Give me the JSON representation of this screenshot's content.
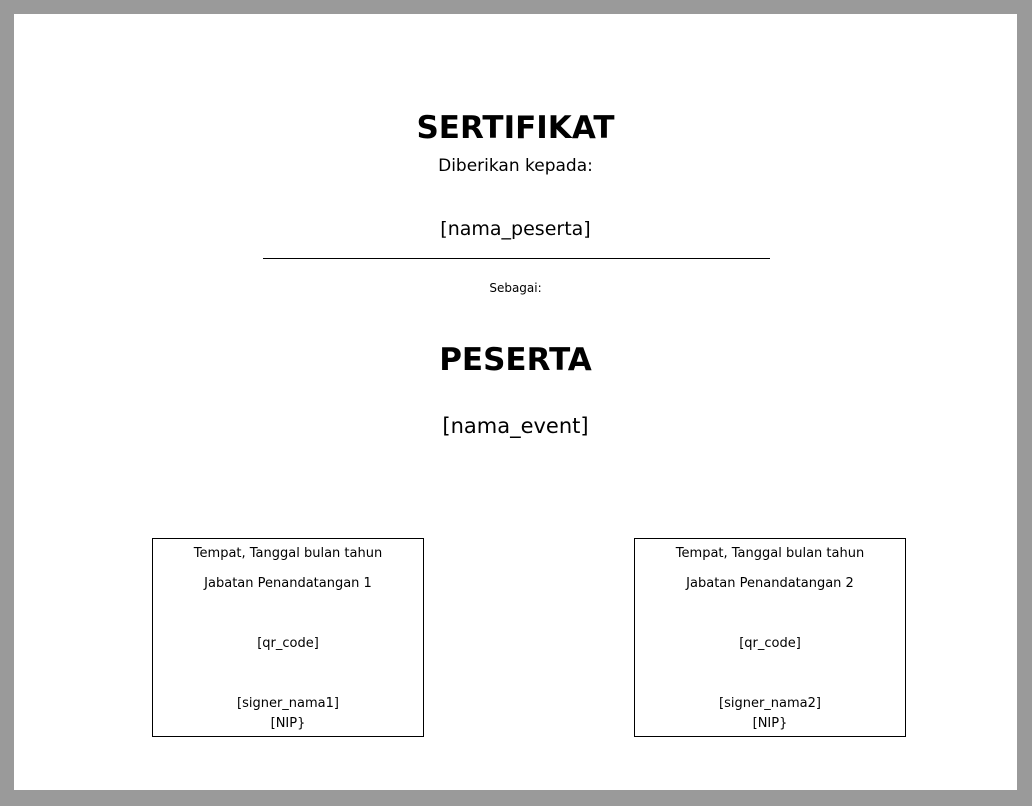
{
  "certificate": {
    "title": "SERTIFIKAT",
    "given_to_label": "Diberikan kepada:",
    "recipient_placeholder": "[nama_peserta]",
    "as_label": "Sebagai:",
    "role": "PESERTA",
    "event_placeholder": "[nama_event]"
  },
  "signatures": [
    {
      "place_date": "Tempat, Tanggal bulan tahun",
      "position": "Jabatan Penandatangan 1",
      "qr_placeholder": "[qr_code]",
      "name_placeholder": "[signer_nama1]",
      "nip_placeholder": "[NIP}"
    },
    {
      "place_date": "Tempat, Tanggal bulan tahun",
      "position": "Jabatan Penandatangan 2",
      "qr_placeholder": "[qr_code]",
      "name_placeholder": "[signer_nama2]",
      "nip_placeholder": "[NIP}"
    }
  ]
}
